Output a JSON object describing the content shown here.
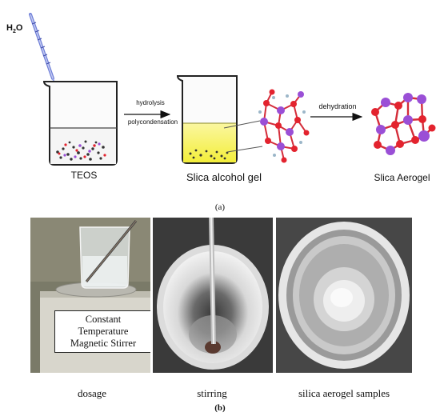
{
  "panel_a": {
    "water_label_main": "H",
    "water_label_sub": "2",
    "water_label_end": "O",
    "step1_label": "TEOS",
    "arrow1_line1": "hydrolysis",
    "arrow1_line2": "polycondensation",
    "step2_label": "Slica alcohol gel",
    "arrow2_label": "dehydration",
    "step3_label": "Slica Aerogel",
    "caption": "(a)"
  },
  "panel_b": {
    "stirrer_label_line1": "Constant",
    "stirrer_label_line2": "Temperature",
    "stirrer_label_line3": "Magnetic Stirrer",
    "photo1_caption": "dosage",
    "photo2_caption": "stirring",
    "photo3_caption": "silica aerogel samples",
    "caption": "(b)"
  },
  "colors": {
    "gel_yellow": "#f3ee3a",
    "silicon_purple": "#9a4fd6",
    "oxygen_red": "#e3232e",
    "pipette_blue": "#6f7fd8"
  }
}
